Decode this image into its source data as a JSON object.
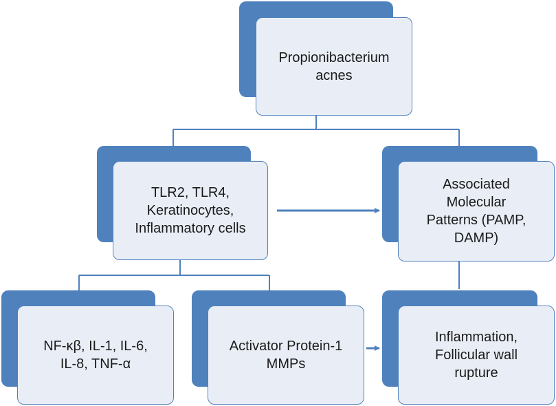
{
  "colors": {
    "accent": "#4f81bd",
    "card_fill": "#e9eef6",
    "text": "#1a1a1a"
  },
  "nodes": {
    "root": {
      "label": "Propionibacterium\nacnes"
    },
    "tlr": {
      "label": "TLR2, TLR4,\nKeratinocytes,\nInflammatory cells"
    },
    "pamp": {
      "label": "Associated\nMolecular\nPatterns (PAMP,\nDAMP)"
    },
    "cytokines": {
      "label": "NF-κβ, IL-1, IL-6,\nIL-8, TNF-α"
    },
    "ap1": {
      "label": "Activator Protein-1\nMMPs"
    },
    "inflammation": {
      "label": "Inflammation,\nFollicular wall\nrupture"
    }
  }
}
